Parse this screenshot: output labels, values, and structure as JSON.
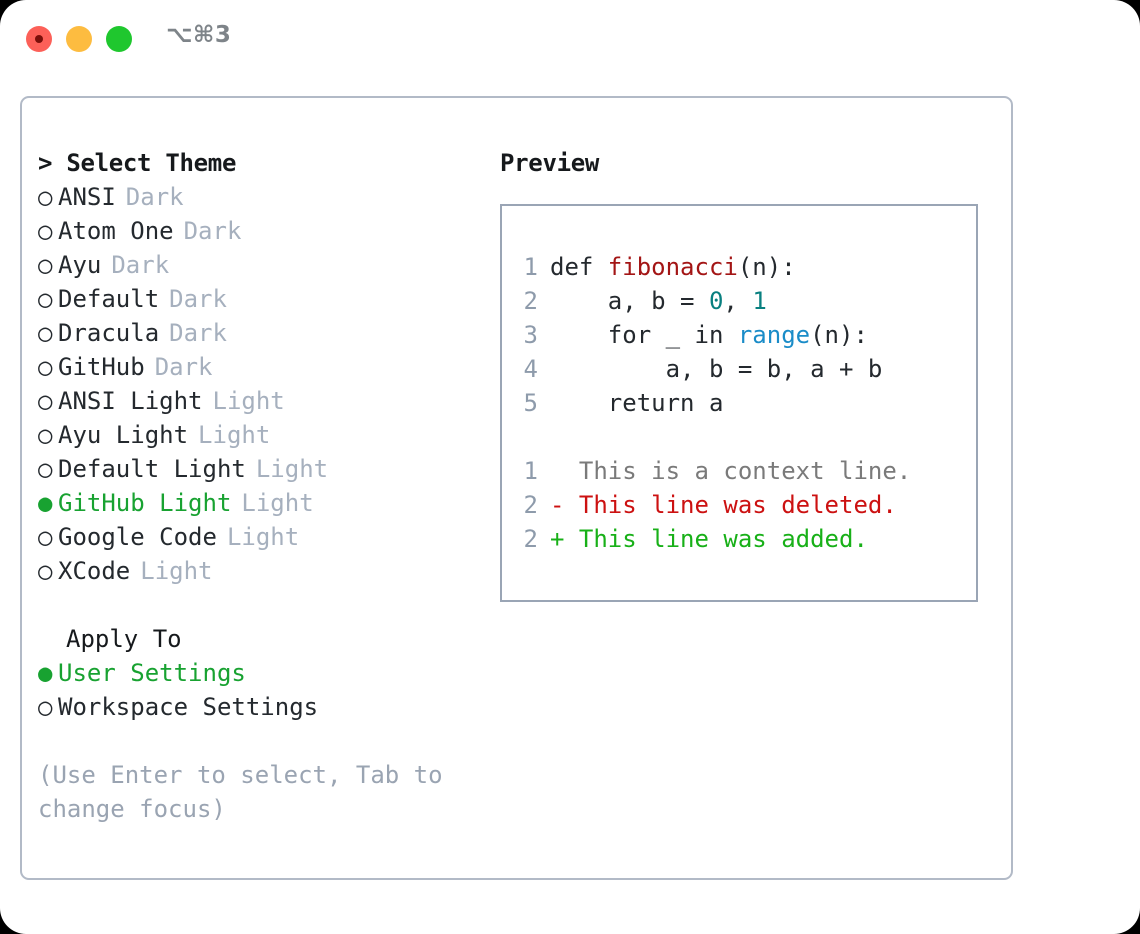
{
  "window": {
    "shortcut": "⌥⌘3",
    "traffic_lights": [
      {
        "name": "close",
        "color": "#fc6058"
      },
      {
        "name": "minimize",
        "color": "#fdbc40"
      },
      {
        "name": "maximize",
        "color": "#1fc72e"
      }
    ]
  },
  "theme_selector": {
    "header": "Select Theme",
    "caret": ">",
    "bullet_empty": "○",
    "bullet_filled": "●",
    "items": [
      {
        "name": "ANSI",
        "badge": "Dark",
        "selected": false
      },
      {
        "name": "Atom One",
        "badge": "Dark",
        "selected": false
      },
      {
        "name": "Ayu",
        "badge": "Dark",
        "selected": false
      },
      {
        "name": "Default",
        "badge": "Dark",
        "selected": false
      },
      {
        "name": "Dracula",
        "badge": "Dark",
        "selected": false
      },
      {
        "name": "GitHub",
        "badge": "Dark",
        "selected": false
      },
      {
        "name": "ANSI Light",
        "badge": "Light",
        "selected": false
      },
      {
        "name": "Ayu Light",
        "badge": "Light",
        "selected": false
      },
      {
        "name": "Default Light",
        "badge": "Light",
        "selected": false
      },
      {
        "name": "GitHub Light",
        "badge": "Light",
        "selected": true
      },
      {
        "name": "Google Code",
        "badge": "Light",
        "selected": false
      },
      {
        "name": "XCode",
        "badge": "Light",
        "selected": false
      }
    ]
  },
  "apply_to": {
    "header": "Apply To",
    "options": [
      {
        "label": "User Settings",
        "selected": true
      },
      {
        "label": "Workspace Settings",
        "selected": false
      }
    ]
  },
  "hint": "(Use Enter to select, Tab to change focus)",
  "preview": {
    "title": "Preview",
    "code_lines": [
      {
        "num": "1",
        "tokens": [
          {
            "text": "def ",
            "type": "kw"
          },
          {
            "text": "fibonacci",
            "type": "fn"
          },
          {
            "text": "(n):",
            "type": "plain"
          }
        ]
      },
      {
        "num": "2",
        "tokens": [
          {
            "text": "    a, b = ",
            "type": "plain"
          },
          {
            "text": "0",
            "type": "num"
          },
          {
            "text": ", ",
            "type": "plain"
          },
          {
            "text": "1",
            "type": "num"
          }
        ]
      },
      {
        "num": "3",
        "tokens": [
          {
            "text": "    for _ in ",
            "type": "plain"
          },
          {
            "text": "range",
            "type": "call"
          },
          {
            "text": "(n):",
            "type": "plain"
          }
        ]
      },
      {
        "num": "4",
        "tokens": [
          {
            "text": "        a, b = b, a + b",
            "type": "plain"
          }
        ]
      },
      {
        "num": "5",
        "tokens": [
          {
            "text": "    return a",
            "type": "plain"
          }
        ]
      }
    ],
    "diff_lines": [
      {
        "num": "1",
        "marker": " ",
        "text": "This is a context line.",
        "type": "ctx"
      },
      {
        "num": "2",
        "marker": "-",
        "text": "This line was deleted.",
        "type": "del"
      },
      {
        "num": "2",
        "marker": "+",
        "text": "This line was added.",
        "type": "add"
      }
    ]
  },
  "colors": {
    "accent_green": "#18a231",
    "badge_gray": "#a6b0be",
    "hint_gray": "#9aa4b2",
    "panel_border": "#b2bac7",
    "preview_border": "#9aa5b5",
    "line_number": "#8e9bab",
    "fn_red": "#a31515",
    "num_teal": "#098080",
    "call_blue": "#1a8cc8",
    "diff_ctx": "#7a7a7a",
    "diff_del": "#cc1111",
    "diff_add": "#18b018"
  }
}
